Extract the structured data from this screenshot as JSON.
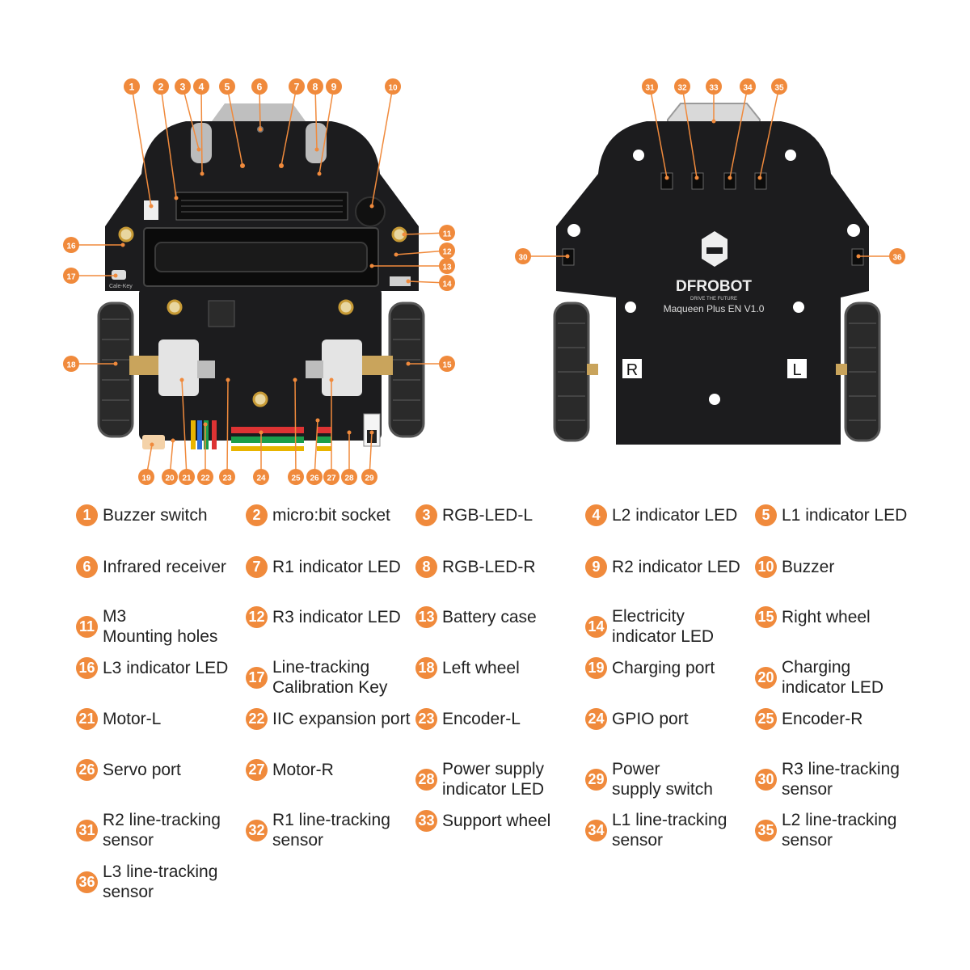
{
  "board_front": {
    "label_caleb_key": "Cale-Key"
  },
  "board_back": {
    "brand": "DFROBOT",
    "tagline": "DRIVE THE FUTURE",
    "model": "Maqueen Plus EN V1.0",
    "mark_right": "R",
    "mark_left": "L"
  },
  "legend": [
    {
      "num": "1",
      "label": "Buzzer switch"
    },
    {
      "num": "2",
      "label": "micro:bit socket"
    },
    {
      "num": "3",
      "label": "RGB-LED-L"
    },
    {
      "num": "4",
      "label": "L2 indicator LED"
    },
    {
      "num": "5",
      "label": "L1 indicator LED"
    },
    {
      "num": "6",
      "label": "Infrared receiver"
    },
    {
      "num": "7",
      "label": "R1 indicator LED"
    },
    {
      "num": "8",
      "label": "RGB-LED-R"
    },
    {
      "num": "9",
      "label": "R2 indicator LED"
    },
    {
      "num": "10",
      "label": "Buzzer"
    },
    {
      "num": "11",
      "label": "M3\nMounting holes"
    },
    {
      "num": "12",
      "label": "R3 indicator LED"
    },
    {
      "num": "13",
      "label": "Battery case"
    },
    {
      "num": "14",
      "label": "Electricity\nindicator LED"
    },
    {
      "num": "15",
      "label": "Right wheel"
    },
    {
      "num": "16",
      "label": "L3 indicator LED"
    },
    {
      "num": "17",
      "label": "Line-tracking\nCalibration Key"
    },
    {
      "num": "18",
      "label": "Left wheel"
    },
    {
      "num": "19",
      "label": "Charging port"
    },
    {
      "num": "20",
      "label": "Charging\nindicator LED"
    },
    {
      "num": "21",
      "label": "Motor-L"
    },
    {
      "num": "22",
      "label": "IIC expansion port"
    },
    {
      "num": "23",
      "label": "Encoder-L"
    },
    {
      "num": "24",
      "label": "GPIO port"
    },
    {
      "num": "25",
      "label": "Encoder-R"
    },
    {
      "num": "26",
      "label": "Servo port"
    },
    {
      "num": "27",
      "label": "Motor-R"
    },
    {
      "num": "28",
      "label": "Power supply\nindicator LED"
    },
    {
      "num": "29",
      "label": "Power\nsupply switch"
    },
    {
      "num": "30",
      "label": "R3 line-tracking\nsensor"
    },
    {
      "num": "31",
      "label": "R2 line-tracking\nsensor"
    },
    {
      "num": "32",
      "label": "R1 line-tracking\nsensor"
    },
    {
      "num": "33",
      "label": "Support wheel"
    },
    {
      "num": "34",
      "label": "L1 line-tracking\nsensor"
    },
    {
      "num": "35",
      "label": "L2 line-tracking\nsensor"
    },
    {
      "num": "36",
      "label": "L3 line-tracking\nsensor"
    }
  ],
  "colors": {
    "accent": "#f08a3c",
    "board": "#1c1c1e",
    "text": "#222222"
  }
}
